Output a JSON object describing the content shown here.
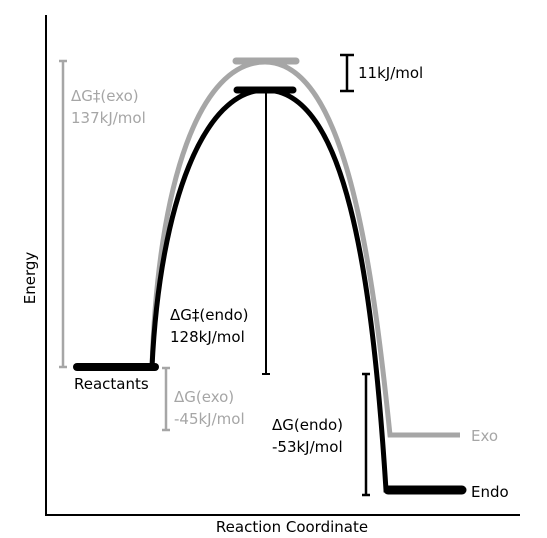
{
  "axes": {
    "x_label": "Reaction Coordinate",
    "y_label": "Energy"
  },
  "labels": {
    "reactants": "Reactants",
    "exo": "Exo",
    "endo": "Endo",
    "dg_exo_activation": [
      "ΔG‡(exo)",
      "137kJ/mol"
    ],
    "dg_endo_activation": [
      "ΔG‡(endo)",
      "128kJ/mol"
    ],
    "dg_exo": [
      "ΔG(exo)",
      "-45kJ/mol"
    ],
    "dg_endo": [
      "ΔG(endo)",
      "-53kJ/mol"
    ],
    "barrier_difference": "11kJ/mol"
  },
  "energies_kj_per_mol": {
    "reactants": 0,
    "exo_transition_state": 137,
    "endo_transition_state": 128,
    "exo_product": -45,
    "endo_product": -53,
    "barrier_difference": 11
  },
  "colors": {
    "endo": "#000000",
    "exo": "#a6a6a6",
    "axis": "#000000"
  }
}
